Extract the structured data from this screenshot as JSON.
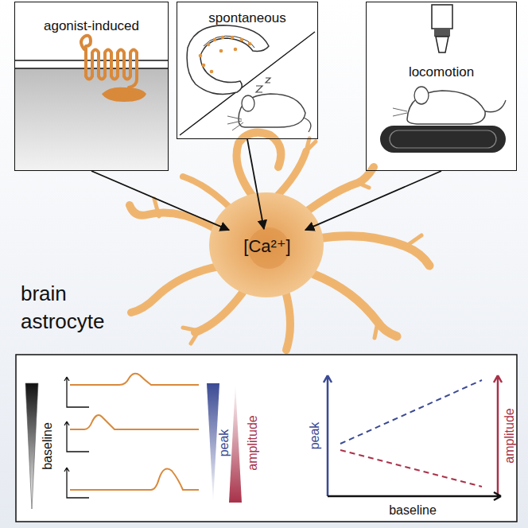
{
  "diagram": {
    "nodes": [
      {
        "text": [
          "agonist-induced"
        ]
      },
      {
        "text": [
          "spontaneous"
        ]
      },
      {
        "text": [
          "locomotion"
        ]
      },
      {
        "text": [
          "[Ca²⁺]"
        ]
      }
    ],
    "edges": [
      {
        "from": 0,
        "to": 3,
        "arrow": "to"
      },
      {
        "from": 1,
        "to": 3,
        "arrow": "to"
      },
      {
        "from": 2,
        "to": 3,
        "arrow": "to"
      }
    ],
    "labels": [
      "brain astrocyte",
      "baseline",
      "peak",
      "amplitude",
      "peak",
      "amplitude",
      "baseline"
    ]
  }
}
